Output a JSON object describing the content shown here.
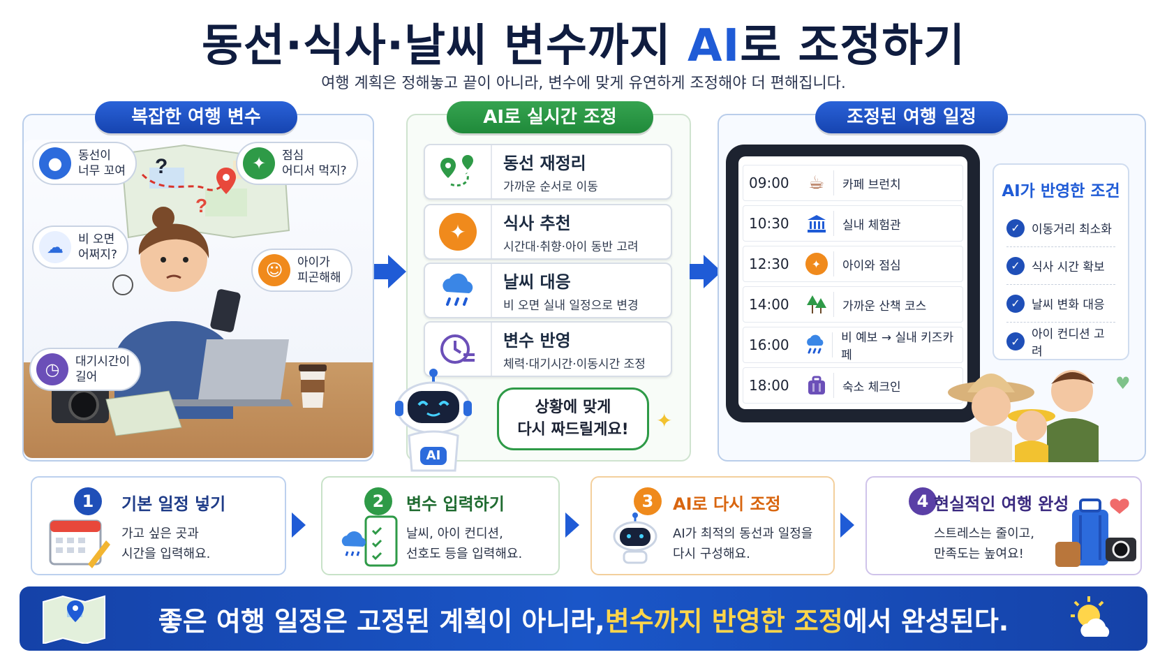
{
  "header": {
    "title_pre": "동선·식사·날씨 변수까지 ",
    "title_ai": "AI",
    "title_post": "로 조정하기",
    "subtitle": "여행 계획은 정해놓고 끝이 아니라, 변수에 맞게 유연하게 조정해야 더 편해집니다."
  },
  "left_panel": {
    "title": "복잡한 여행 변수",
    "bubbles": [
      {
        "icon": "location-pin-icon",
        "line1": "동선이",
        "line2": "너무 꼬여"
      },
      {
        "icon": "fork-knife-icon",
        "line1": "점심",
        "line2": "어디서 먹지?"
      },
      {
        "icon": "rain-cloud-icon",
        "line1": "비 오면",
        "line2": "어쩌지?"
      },
      {
        "icon": "child-face-icon",
        "line1": "아이가",
        "line2": "피곤해해"
      },
      {
        "icon": "clock-icon",
        "line1": "대기시간이",
        "line2": "길어"
      }
    ],
    "map_marks": [
      "?",
      "?"
    ]
  },
  "middle_panel": {
    "title": "AI로 실시간 조정",
    "cards": [
      {
        "icon": "route-icon",
        "title": "동선 재정리",
        "desc": "가까운 순서로 이동"
      },
      {
        "icon": "fork-knife-icon",
        "title": "식사 추천",
        "desc": "시간대·취향·아이 동반 고려"
      },
      {
        "icon": "rain-cloud-icon",
        "title": "날씨 대응",
        "desc": "비 오면 실내 일정으로 변경"
      },
      {
        "icon": "clock-settings-icon",
        "title": "변수 반영",
        "desc": "체력·대기시간·이동시간 조정"
      }
    ],
    "robot_badge": "AI",
    "robot_speech_line1": "상황에 맞게",
    "robot_speech_line2": "다시 짜드릴게요!"
  },
  "right_panel": {
    "title": "조정된 여행 일정",
    "schedule": [
      {
        "time": "09:00",
        "icon": "coffee-icon",
        "label": "카페 브런치"
      },
      {
        "time": "10:30",
        "icon": "museum-icon",
        "label": "실내 체험관"
      },
      {
        "time": "12:30",
        "icon": "fork-knife-icon",
        "label": "아이와 점심"
      },
      {
        "time": "14:00",
        "icon": "trees-icon",
        "label": "가까운 산책 코스"
      },
      {
        "time": "16:00",
        "icon": "rain-cloud-icon",
        "label": "비 예보 → 실내 키즈카페"
      },
      {
        "time": "18:00",
        "icon": "suitcase-icon",
        "label": "숙소 체크인"
      }
    ],
    "conditions_title": "AI가 반영한 조건",
    "conditions": [
      "이동거리 최소화",
      "식사 시간 확보",
      "날씨 변화 대응",
      "아이 컨디션 고려"
    ]
  },
  "steps": [
    {
      "num": "1",
      "title": "기본 일정 넣기",
      "line1": "가고 싶은 곳과",
      "line2": "시간을 입력해요.",
      "icon": "calendar-pencil-icon",
      "color": "#1f4fb8"
    },
    {
      "num": "2",
      "title": "변수 입력하기",
      "line1": "날씨, 아이 컨디션,",
      "line2": "선호도 등을 입력해요.",
      "icon": "clipboard-rain-icon",
      "color": "#2e9a47"
    },
    {
      "num": "3",
      "title": "AI로 다시 조정",
      "line1": "AI가 최적의 동선과 일정을",
      "line2": "다시 구성해요.",
      "icon": "robot-icon",
      "color": "#ef8a1c"
    },
    {
      "num": "4",
      "title": "현실적인 여행 완성",
      "line1": "스트레스는 줄이고,",
      "line2": "만족도는 높여요!",
      "icon": "luggage-camera-icon",
      "color": "#5a3fa6"
    }
  ],
  "banner": {
    "pre": "좋은 여행 일정은 고정된 계획이 아니라, ",
    "highlight": "변수까지 반영한 조정",
    "post": "에서 완성된다."
  },
  "colors": {
    "primary_blue": "#1f5bd6",
    "navy": "#0f1c3f",
    "green": "#2e9a47",
    "orange": "#ef8a1c",
    "purple": "#5a3fa6",
    "highlight_yellow": "#ffd54a"
  }
}
